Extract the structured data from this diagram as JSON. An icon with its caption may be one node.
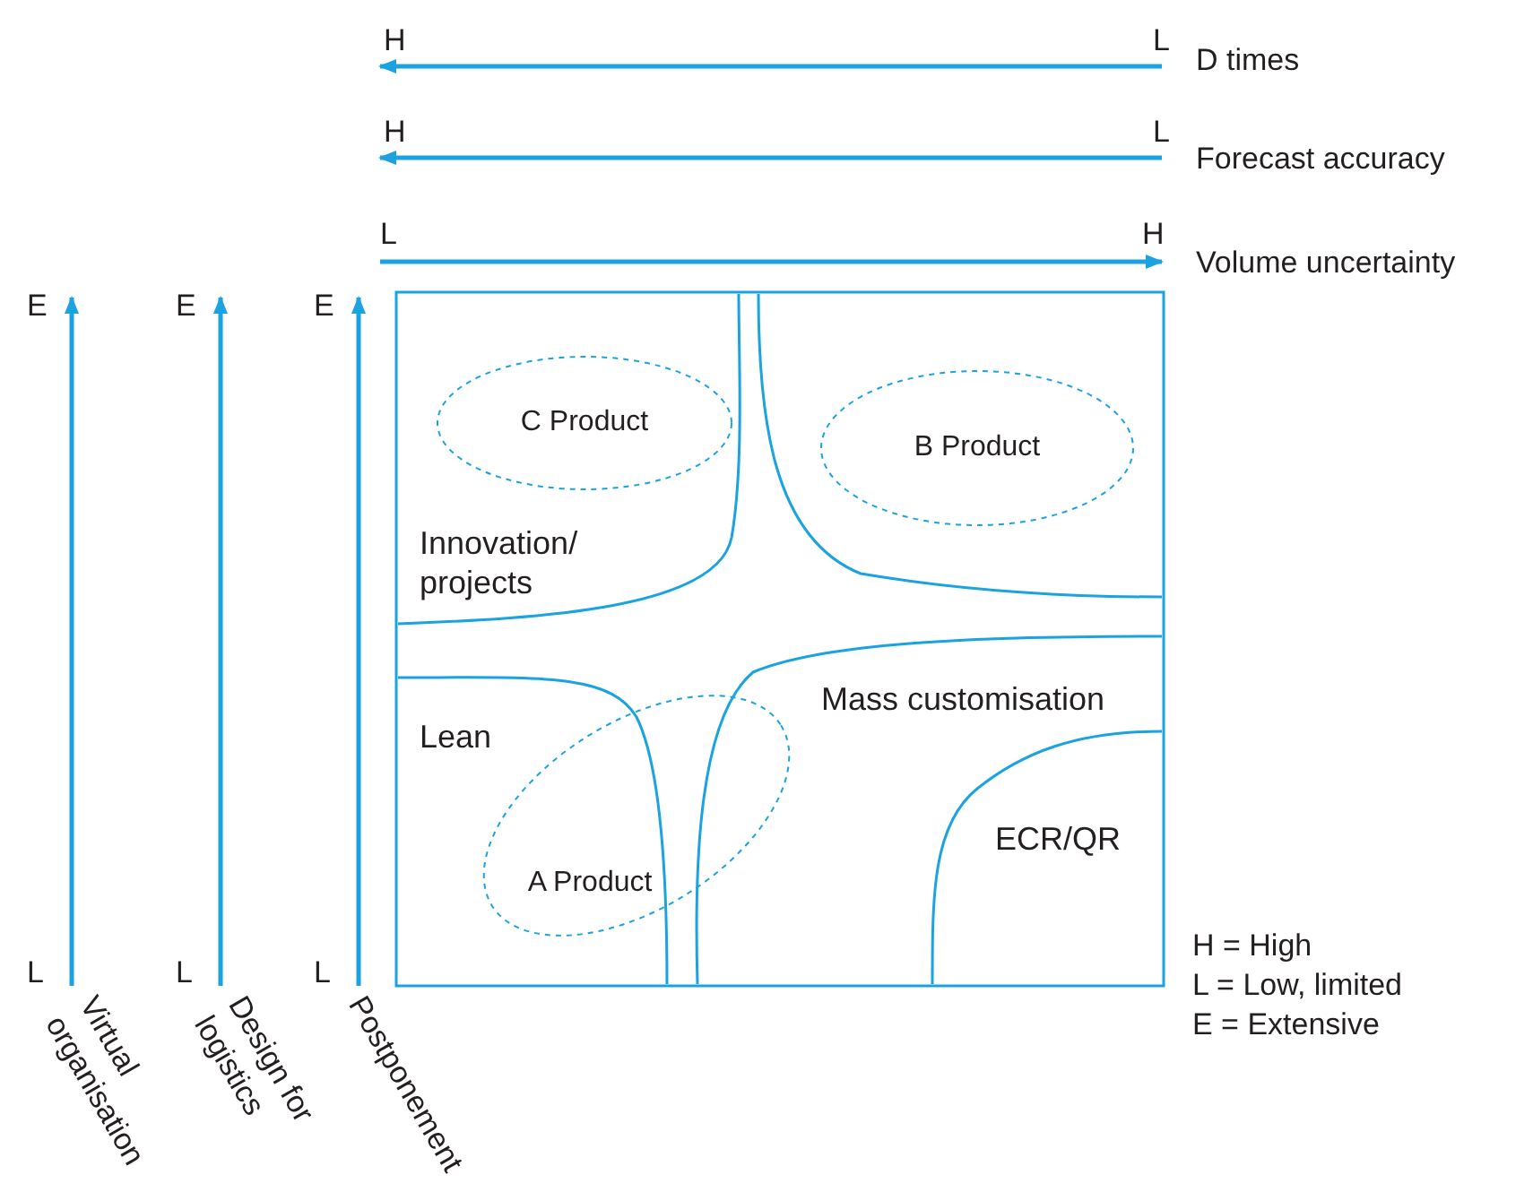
{
  "diagram": {
    "nodes": [
      {
        "text": [
          "C Product"
        ]
      },
      {
        "text": [
          "B Product"
        ]
      },
      {
        "text": [
          "A Product"
        ]
      }
    ],
    "labels": [
      "H",
      "L",
      "D times",
      "H",
      "L",
      "Forecast accuracy",
      "L",
      "H",
      "Volume uncertainty",
      "E",
      "E",
      "E",
      "Innovation/ projects",
      "Mass customisation",
      "Lean",
      "ECR/QR",
      "L",
      "L",
      "L",
      "Virtual organisation",
      "Design for logistics",
      "Postponement",
      "H = High",
      "L = Low, limited",
      "E = Extensive"
    ]
  }
}
